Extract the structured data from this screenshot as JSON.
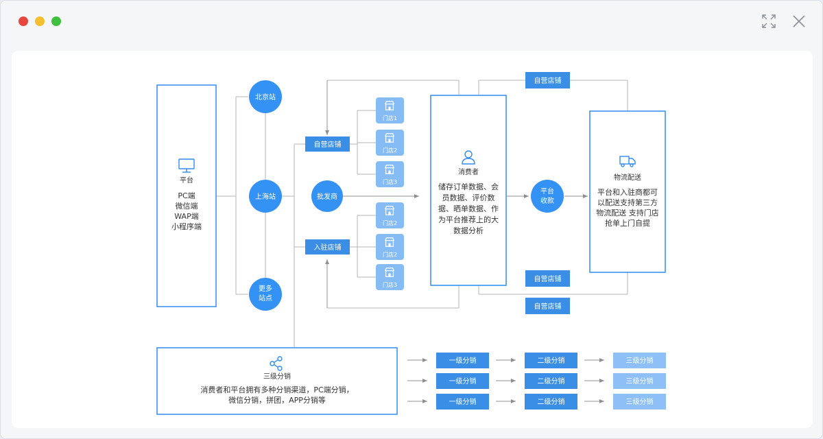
{
  "window": {
    "controls": [
      "close-dot",
      "minimize-dot",
      "zoom-dot"
    ],
    "toolbar_icons": [
      "expand-icon",
      "close-icon"
    ]
  },
  "colors": {
    "accent": "#2f8cf0",
    "circle": "#3592f5",
    "tag": "#3a8ee6",
    "tag_light": "#8ec0f7",
    "store": "#86bcf5",
    "line": "#b5b5b5",
    "arrow": "#909090",
    "text": "#333333"
  },
  "platform": {
    "icon": "monitor-icon",
    "title": "平台",
    "lines": [
      "PC端",
      "微信端",
      "WAP端",
      "小程序端"
    ]
  },
  "stations": {
    "beijing": "北京站",
    "shanghai": "上海站",
    "more": [
      "更多",
      "站点"
    ]
  },
  "channels": {
    "self_store": "自营店铺",
    "wholesaler": "批发商",
    "settled_store": "入驻店铺"
  },
  "stores": {
    "icon": "storefront-icon",
    "top": [
      "门店1",
      "门店2",
      "门店3"
    ],
    "bottom": [
      "门店2",
      "门店2",
      "门店3"
    ]
  },
  "consumer": {
    "icon": "user-icon",
    "title": "消费者",
    "lines": [
      "储存订单数据、会",
      "员数据、评价数",
      "据、晒单数据、作",
      "为平台推荐上的大",
      "数据分析"
    ]
  },
  "payment": [
    "平台",
    "收款"
  ],
  "logistics": {
    "icon": "truck-icon",
    "title": "物流配送",
    "lines": [
      "平台和入驻商都可",
      "以配送支持第三方",
      "物流配送 支持门店",
      "抢单上门自提"
    ]
  },
  "self_store_tags": {
    "top": "自营店铺",
    "bottom_a": "自营店铺",
    "bottom_b": "自营店铺"
  },
  "distribution": {
    "icon": "share-icon",
    "title": "三级分销",
    "lines": [
      "消费者和平台拥有多种分销渠道，PC端分销，",
      "微信分销，拼团，APP分销等"
    ],
    "rows": [
      [
        "一级分销",
        "二级分销",
        "三级分销"
      ],
      [
        "一级分销",
        "二级分销",
        "三级分销"
      ],
      [
        "一级分销",
        "二级分销",
        "三级分销"
      ]
    ]
  }
}
